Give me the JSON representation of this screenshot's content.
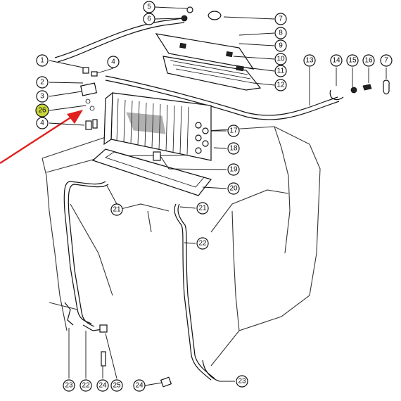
{
  "diagram": {
    "highlight_color": "#c8d63a",
    "arrow_color": "#e0201c",
    "callouts": [
      {
        "id": "c5",
        "label": "5"
      },
      {
        "id": "c6",
        "label": "6"
      },
      {
        "id": "c7a",
        "label": "7"
      },
      {
        "id": "c8",
        "label": "8"
      },
      {
        "id": "c9",
        "label": "9"
      },
      {
        "id": "c10",
        "label": "10"
      },
      {
        "id": "c11",
        "label": "11"
      },
      {
        "id": "c12",
        "label": "12"
      },
      {
        "id": "c13",
        "label": "13"
      },
      {
        "id": "c14",
        "label": "14"
      },
      {
        "id": "c15",
        "label": "15"
      },
      {
        "id": "c16",
        "label": "16"
      },
      {
        "id": "c7b",
        "label": "7"
      },
      {
        "id": "c1",
        "label": "1"
      },
      {
        "id": "c2",
        "label": "2"
      },
      {
        "id": "c3",
        "label": "3"
      },
      {
        "id": "c4a",
        "label": "4"
      },
      {
        "id": "c26",
        "label": "26"
      },
      {
        "id": "c4b",
        "label": "4"
      },
      {
        "id": "c17",
        "label": "17"
      },
      {
        "id": "c18",
        "label": "18"
      },
      {
        "id": "c19",
        "label": "19"
      },
      {
        "id": "c20",
        "label": "20"
      },
      {
        "id": "c21a",
        "label": "21"
      },
      {
        "id": "c21b",
        "label": "21"
      },
      {
        "id": "c22a",
        "label": "22"
      },
      {
        "id": "c23a",
        "label": "23"
      },
      {
        "id": "c22b",
        "label": "22"
      },
      {
        "id": "c24a",
        "label": "24"
      },
      {
        "id": "c25",
        "label": "25"
      },
      {
        "id": "c24b",
        "label": "24"
      },
      {
        "id": "c23b",
        "label": "23"
      }
    ]
  }
}
